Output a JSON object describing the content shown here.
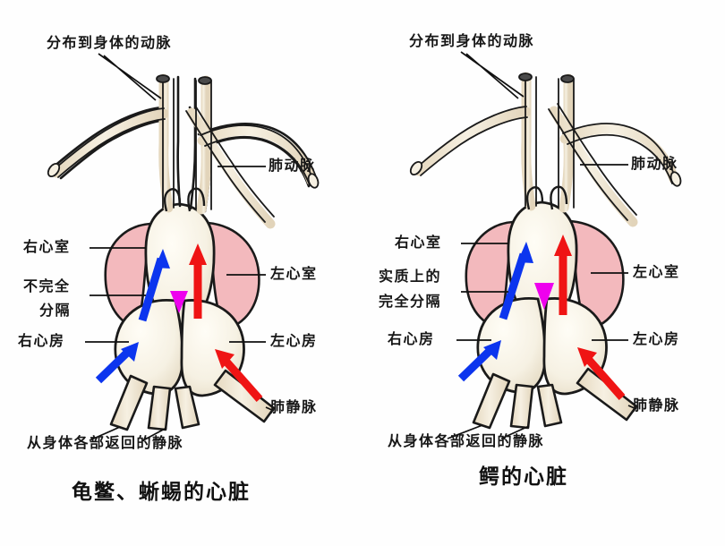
{
  "figure": {
    "background_color": "#fefefe",
    "vessel_fill": "#f0e6d2",
    "ventricle_fill": "#f3b9bd",
    "chamber_fill": "#f7f3e8",
    "outline_color": "#1a1a1a",
    "arrow_blue": "#0c35ee",
    "arrow_red": "#ef1414",
    "arrow_magenta": "#ee00ee",
    "arrow_purple": "#7b3fa0",
    "leader_color": "#111111"
  },
  "panels": [
    {
      "id": "turtle-lizard",
      "title": "龟鳖、蜥蜴的心脏",
      "labels": {
        "systemic_artery": "分布到身体的动脉",
        "pulmonary_artery": "肺动脉",
        "right_ventricle": "右心室",
        "left_ventricle": "左心室",
        "septum_line1": "不完全",
        "septum_line2": "分隔",
        "right_atrium": "右心房",
        "left_atrium": "左心房",
        "pulmonary_vein": "肺静脉",
        "systemic_vein": "从身体各部返回的静脉"
      }
    },
    {
      "id": "crocodile",
      "title": "鳄的心脏",
      "labels": {
        "systemic_artery": "分布到身体的动脉",
        "pulmonary_artery": "肺动脉",
        "right_ventricle": "右心室",
        "left_ventricle": "左心室",
        "septum_line1": "实质上的",
        "septum_line2": "完全分隔",
        "right_atrium": "右心房",
        "left_atrium": "左心房",
        "pulmonary_vein": "肺静脉",
        "systemic_vein": "从身体各部返回的静脉"
      }
    }
  ]
}
